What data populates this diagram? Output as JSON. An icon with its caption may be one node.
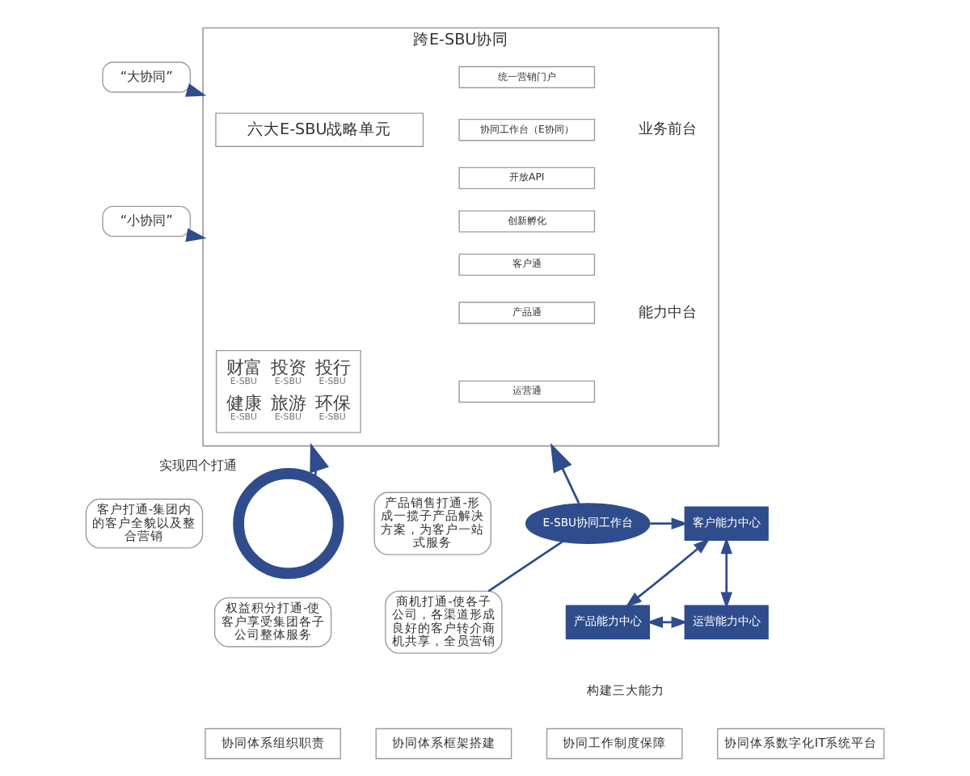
{
  "diagram": {
    "nodes": [
      {
        "text": [
          "“大协同”"
        ]
      },
      {
        "text": [
          "“小协同”"
        ]
      },
      {
        "text": [
          "跨E-SBU协同"
        ]
      },
      {
        "text": [
          "六大E-SBU战略单元"
        ],
        "in": 2
      },
      {
        "text": [
          "财富",
          "E-SBU",
          "投资",
          "E-SBU",
          "投行",
          "E-SBU",
          "健康",
          "E-SBU",
          "旅游",
          "E-SBU",
          "环保",
          "E-SBU"
        ],
        "in": 2
      },
      {
        "text": [
          "统一营销门户"
        ],
        "in": 2
      },
      {
        "text": [
          "协同工作台（E协同）"
        ],
        "in": 2
      },
      {
        "text": [
          "开放API"
        ],
        "in": 2
      },
      {
        "text": [
          "创新孵化"
        ],
        "in": 2
      },
      {
        "text": [
          "客户通"
        ],
        "in": 2
      },
      {
        "text": [
          "产品通"
        ],
        "in": 2
      },
      {
        "text": [
          "运营通"
        ],
        "in": 2
      },
      {
        "text": [
          "客户打通-集团内的客户全貌以及整合营销"
        ]
      },
      {
        "text": [],
        "shape": "circle",
        "beside": [
          "实现四个打通"
        ]
      },
      {
        "text": [
          "产品销售打通-形成一揽子产品解决方案，为客户一站式服务"
        ]
      },
      {
        "text": [
          "权益积分打通-使客户享受集团各子公司整体服务"
        ]
      },
      {
        "text": [
          "商机打通-使各子公司，各渠道形成良好的客户转介商机共享，全员营销"
        ]
      },
      {
        "text": [
          "E-SBU协同工作台"
        ]
      },
      {
        "text": [
          "客户能力中心"
        ]
      },
      {
        "text": [
          "产品能力中心"
        ]
      },
      {
        "text": [
          "运营能力中心"
        ]
      },
      {
        "text": [
          "协同体系组织职责"
        ]
      },
      {
        "text": [
          "协同体系框架搭建"
        ]
      },
      {
        "text": [
          "协同工作制度保障"
        ]
      },
      {
        "text": [
          "协同体系数字化IT系统平台"
        ]
      }
    ],
    "edges": [
      {
        "from": 0,
        "to": 2,
        "arrow": "to"
      },
      {
        "from": 1,
        "to": 2,
        "arrow": "to"
      },
      {
        "from": 13,
        "to": 2,
        "arrow": "to"
      },
      {
        "from": 17,
        "to": 2,
        "arrow": "to"
      },
      {
        "from": 17,
        "to": 18,
        "arrow": "to"
      },
      {
        "from": 17,
        "to": 16,
        "arrow": "none"
      },
      {
        "from": 18,
        "to": 19,
        "arrow": "both"
      },
      {
        "from": 18,
        "to": 20,
        "arrow": "both"
      },
      {
        "from": 19,
        "to": 20,
        "arrow": "both"
      }
    ],
    "labels": [
      "业务前台",
      "能力中台",
      "构建三大能力"
    ]
  }
}
